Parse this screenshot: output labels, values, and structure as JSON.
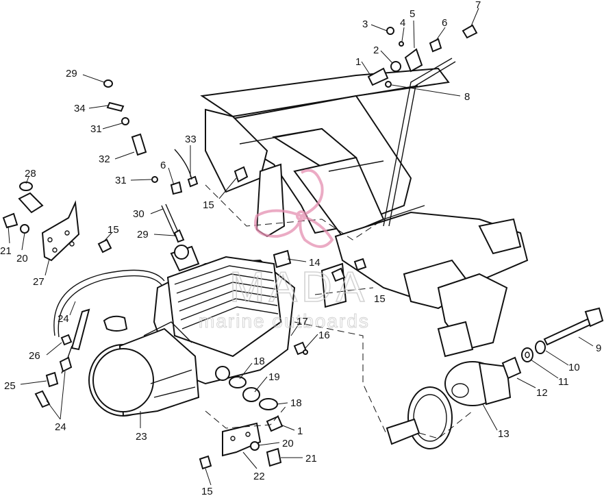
{
  "watermark": {
    "brand": "MADA",
    "tagline": "marine outboards",
    "logo_color": "#e58fb1"
  },
  "colors": {
    "ink": "#111111",
    "watermark_gray": "#c5c5c5"
  },
  "callouts": [
    {
      "id": "c1",
      "text": "1"
    },
    {
      "id": "c2",
      "text": "2"
    },
    {
      "id": "c3",
      "text": "3"
    },
    {
      "id": "c4",
      "text": "4"
    },
    {
      "id": "c5",
      "text": "5"
    },
    {
      "id": "c6",
      "text": "6"
    },
    {
      "id": "c7",
      "text": "7"
    },
    {
      "id": "c8",
      "text": "8"
    },
    {
      "id": "c29a",
      "text": "29"
    },
    {
      "id": "c34",
      "text": "34"
    },
    {
      "id": "c31a",
      "text": "31"
    },
    {
      "id": "c32",
      "text": "32"
    },
    {
      "id": "c33",
      "text": "33"
    },
    {
      "id": "c6b",
      "text": "6"
    },
    {
      "id": "c31b",
      "text": "31"
    },
    {
      "id": "c15a",
      "text": "15"
    },
    {
      "id": "c28",
      "text": "28"
    },
    {
      "id": "c30",
      "text": "30"
    },
    {
      "id": "c15b",
      "text": "15"
    },
    {
      "id": "c29b",
      "text": "29"
    },
    {
      "id": "c21a",
      "text": "21"
    },
    {
      "id": "c20a",
      "text": "20"
    },
    {
      "id": "c27",
      "text": "27"
    },
    {
      "id": "c14",
      "text": "14"
    },
    {
      "id": "c15c",
      "text": "15"
    },
    {
      "id": "c24a",
      "text": "24"
    },
    {
      "id": "c17",
      "text": "17"
    },
    {
      "id": "c16",
      "text": "16"
    },
    {
      "id": "c26",
      "text": "26"
    },
    {
      "id": "c18a",
      "text": "18"
    },
    {
      "id": "c19",
      "text": "19"
    },
    {
      "id": "c18b",
      "text": "18"
    },
    {
      "id": "c25",
      "text": "25"
    },
    {
      "id": "c24b",
      "text": "24"
    },
    {
      "id": "c23",
      "text": "23"
    },
    {
      "id": "c1b",
      "text": "1"
    },
    {
      "id": "c20b",
      "text": "20"
    },
    {
      "id": "c21b",
      "text": "21"
    },
    {
      "id": "c22",
      "text": "22"
    },
    {
      "id": "c15d",
      "text": "15"
    },
    {
      "id": "c9",
      "text": "9"
    },
    {
      "id": "c10",
      "text": "10"
    },
    {
      "id": "c11",
      "text": "11"
    },
    {
      "id": "c12",
      "text": "12"
    },
    {
      "id": "c13",
      "text": "13"
    }
  ]
}
